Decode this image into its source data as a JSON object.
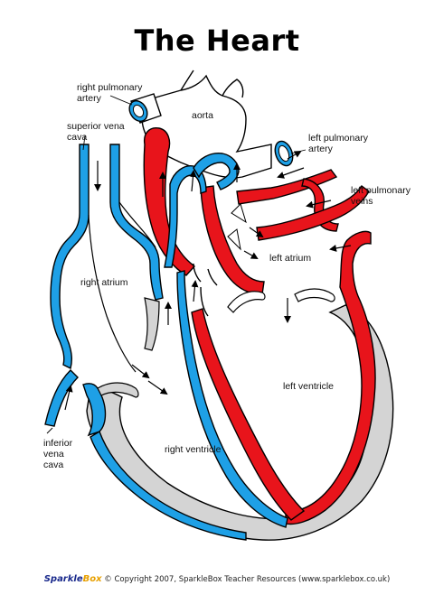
{
  "title": "The Heart",
  "labels": {
    "right_pulmonary_artery_1": "right pulmonary",
    "right_pulmonary_artery_2": "artery",
    "superior_vena_cava_1": "superior vena",
    "superior_vena_cava_2": "cava",
    "aorta": "aorta",
    "left_pulmonary_artery_1": "left pulmonary",
    "left_pulmonary_artery_2": "artery",
    "left_pulmonary_veins_1": "left pulmonary",
    "left_pulmonary_veins_2": "veins",
    "left_atrium": "left atrium",
    "right_atrium": "right atrium",
    "left_ventricle": "left ventricle",
    "right_ventricle": "right ventricle",
    "inferior_vena_cava_1": "inferior",
    "inferior_vena_cava_2": "vena",
    "inferior_vena_cava_3": "cava"
  },
  "footer": {
    "brand_main": "Sparkle",
    "brand_box": "Box",
    "copyright": "© Copyright 2007, SparkleBox Teacher Resources (www.sparklebox.co.uk)"
  },
  "colors": {
    "deoxygenated": "#1ea0e6",
    "oxygenated": "#e8141b",
    "wall": "#d4d4d4",
    "outline": "#000000"
  }
}
